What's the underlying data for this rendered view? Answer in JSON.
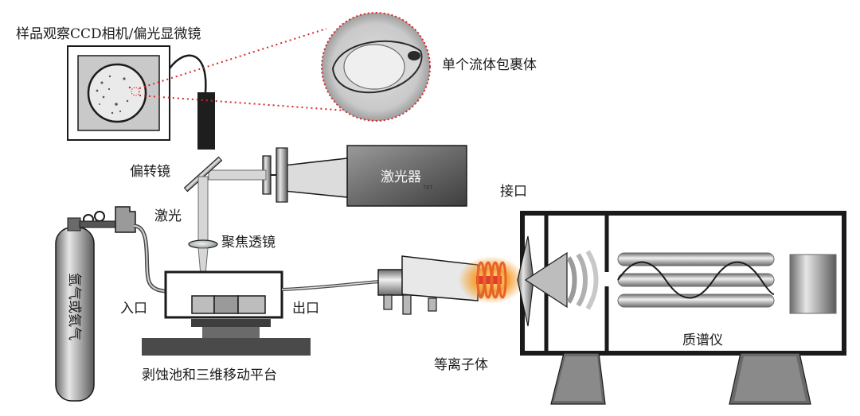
{
  "labels": {
    "camera": "样品观察CCD相机/偏光显微镜",
    "inclusion": "单个流体包裹体",
    "deflector": "偏转镜",
    "laser_device": "激光器",
    "laser_brand": "TKT",
    "laser_beam": "激光",
    "focus_lens": "聚焦透镜",
    "interface": "接口",
    "inlet": "入口",
    "outlet": "出口",
    "gas_cylinder": "氩气或氦气",
    "ablation_cell": "剥蚀池和三维移动平台",
    "plasma": "等离子体",
    "mass_spec": "质谱仪"
  },
  "colors": {
    "dotted_line": "#d62828",
    "coil": "#e8632b",
    "plasma_core": "#f4a43a",
    "metal_dark": "#4a4a4a",
    "metal_light": "#cfcfcf"
  }
}
